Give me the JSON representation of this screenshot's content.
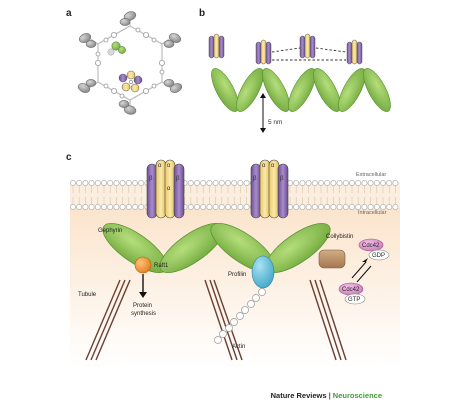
{
  "panels": {
    "a": "a",
    "b": "b",
    "c": "c"
  },
  "panel_b": {
    "scale_label": "5 nm"
  },
  "panel_c": {
    "extracellular": "Extracellular",
    "intracellular": "Intracellular",
    "subunit_alpha": "α",
    "subunit_beta": "β",
    "gephyrin": "Gephyrin",
    "raft1": "Raft1",
    "protein_synthesis_line1": "Protein",
    "protein_synthesis_line2": "synthesis",
    "tubule": "Tubule",
    "profilin": "Profilin",
    "actin": "Actin",
    "collybistin": "Collybistin",
    "cdc42_top": "Cdc42",
    "gdp": "GDP",
    "cdc42_bottom": "Cdc42",
    "gtp": "GTP"
  },
  "credit": {
    "publisher": "Nature Reviews",
    "separator": "|",
    "journal": "Neuroscience"
  },
  "colors": {
    "alpha_subunit": "#f0d88a",
    "beta_subunit": "#8c6fb0",
    "gephyrin": "#8cc152",
    "membrane_band": "#f9e7d0",
    "intracellular_bg": "#fbeadb",
    "raft1": "#f08a24",
    "profilin": "#58b9d6",
    "collybistin": "#b38b63",
    "cdc42": "#d98bc8",
    "tubule": "#6b3f32",
    "grey_module": "#9a9a9a"
  }
}
